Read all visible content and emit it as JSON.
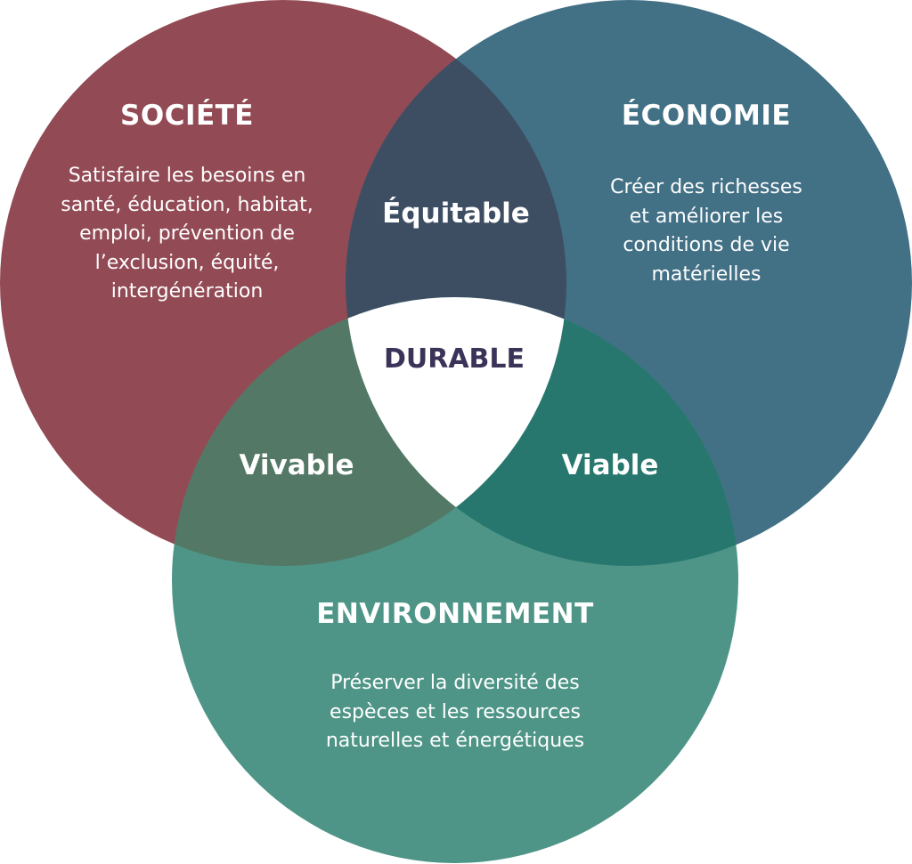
{
  "diagram": {
    "type": "venn",
    "colors": {
      "societe": "#924a55",
      "economie": "#427085",
      "environnement": "#4e9587",
      "equitable": "#3d4e63",
      "vivable": "#537865",
      "viable": "#27776e",
      "durable_bg": "#ffffff",
      "durable_text": "#3b3358"
    },
    "circles": {
      "societe": {
        "title": "SOCIÉTÉ",
        "description": [
          "Satisfaire les besoins en",
          "santé, éducation, habitat,",
          "emploi, prévention de",
          "l’exclusion, équité,",
          "intergénération"
        ]
      },
      "economie": {
        "title": "ÉCONOMIE",
        "description": [
          "Créer des richesses",
          "et améliorer les",
          "conditions de vie",
          "matérielles"
        ]
      },
      "environnement": {
        "title": "ENVIRONNEMENT",
        "description": [
          "Préserver la diversité des",
          "espèces et les ressources",
          "naturelles et énergétiques"
        ]
      }
    },
    "intersections": {
      "societe_economie": "Équitable",
      "societe_environnement": "Vivable",
      "economie_environnement": "Viable",
      "all": "DURABLE"
    }
  }
}
